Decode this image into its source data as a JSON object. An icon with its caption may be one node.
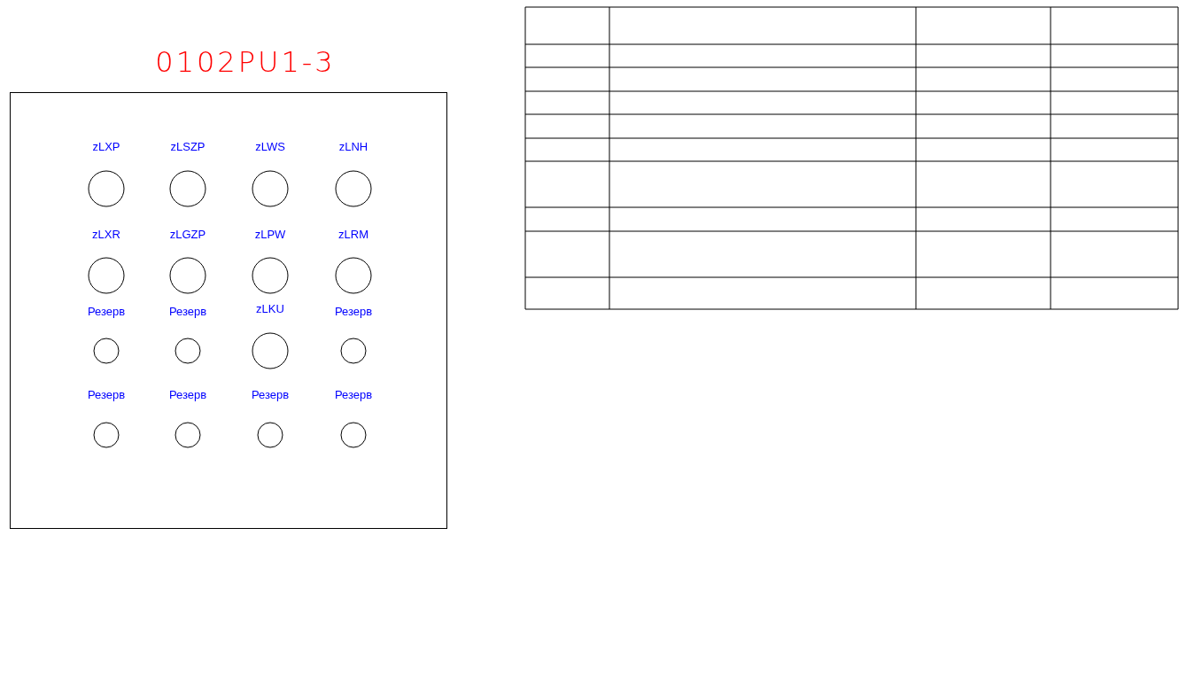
{
  "diagram": {
    "title": "0102PU1-3",
    "nodes": [
      {
        "text": [],
        "shape": "box"
      },
      {
        "text": [
          "zLXP"
        ],
        "in": 0
      },
      {
        "text": [
          "zLSZP"
        ],
        "in": 0
      },
      {
        "text": [
          "zLWS"
        ],
        "in": 0
      },
      {
        "text": [
          "zLNH"
        ],
        "in": 0
      },
      {
        "text": [
          "zLXR"
        ],
        "in": 0
      },
      {
        "text": [
          "zLGZP"
        ],
        "in": 0
      },
      {
        "text": [
          "zLPW"
        ],
        "in": 0
      },
      {
        "text": [
          "zLRM"
        ],
        "in": 0
      },
      {
        "text": [
          "Резерв"
        ],
        "in": 0
      },
      {
        "text": [
          "Резерв"
        ],
        "in": 0
      },
      {
        "text": [
          "zLKU"
        ],
        "in": 0
      },
      {
        "text": [
          "Резерв"
        ],
        "in": 0
      },
      {
        "text": [
          "Резерв"
        ],
        "in": 0
      },
      {
        "text": [
          "Резерв"
        ],
        "in": 0
      },
      {
        "text": [
          "Резерв"
        ],
        "in": 0
      },
      {
        "text": [
          "Резерв"
        ],
        "in": 0
      }
    ],
    "edges": []
  }
}
